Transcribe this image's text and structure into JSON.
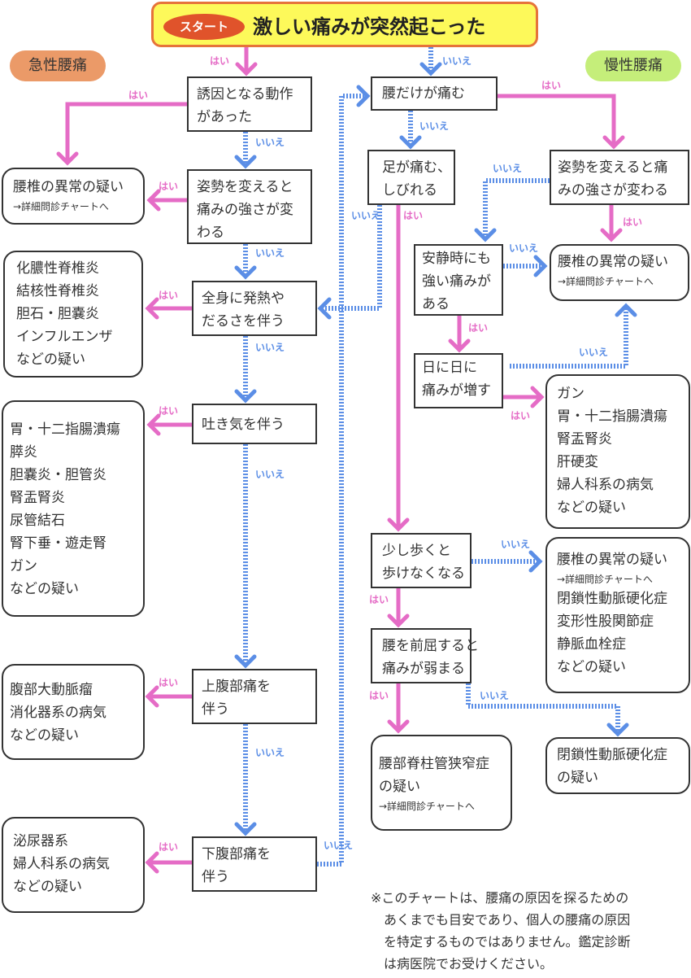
{
  "start": {
    "badge": "スタート",
    "title": "激しい痛みが突然起こった"
  },
  "categories": {
    "acute": "急性腰痛",
    "chronic": "慢性腰痛"
  },
  "colors": {
    "yes": "#e56cc6",
    "no": "#5b8ee6",
    "start_bg": "#fdf95a",
    "start_border": "#e6733a",
    "badge": "#e0532b",
    "acute_bg": "#eb9a68",
    "chronic_bg": "#c5ee7a"
  },
  "labels": {
    "yes": "はい",
    "no": "いいえ"
  },
  "questions": {
    "q1": [
      "誘因となる動作",
      "があった"
    ],
    "q2": [
      "姿勢を変えると",
      "痛みの強さが変",
      "わる"
    ],
    "q3": [
      "全身に発熱や",
      "だるさを伴う"
    ],
    "q4": [
      "吐き気を伴う"
    ],
    "q5": [
      "上腹部痛を",
      "伴う"
    ],
    "q6": [
      "下腹部痛を",
      "伴う"
    ],
    "q7": [
      "腰だけが痛む"
    ],
    "q8": [
      "足が痛む、",
      "しびれる"
    ],
    "q9": [
      "姿勢を変えると痛",
      "みの強さが変わる"
    ],
    "q10": [
      "安静時にも",
      "強い痛みが",
      "ある"
    ],
    "q11": [
      "日に日に",
      "痛みが増す"
    ],
    "q12": [
      "少し歩くと",
      "歩けなくなる"
    ],
    "q13": [
      "腰を前屈すると",
      "痛みが弱まる"
    ]
  },
  "results": {
    "r1": {
      "lines": [
        "腰椎の異常の疑い"
      ],
      "sub": "→詳細問診チャートへ"
    },
    "r2": {
      "lines": [
        "化膿性脊椎炎",
        "結核性脊椎炎",
        "胆石・胆嚢炎",
        "インフルエンザ",
        "などの疑い"
      ]
    },
    "r3": {
      "lines": [
        "胃・十二指腸潰瘍",
        "膵炎",
        "胆嚢炎・胆管炎",
        "腎盂腎炎",
        "尿管結石",
        "腎下垂・遊走腎",
        "ガン",
        "などの疑い"
      ]
    },
    "r4": {
      "lines": [
        "腹部大動脈瘤",
        "消化器系の病気",
        "などの疑い"
      ]
    },
    "r5": {
      "lines": [
        "泌尿器系",
        "婦人科系の病気",
        "などの疑い"
      ]
    },
    "r6": {
      "lines": [
        "腰椎の異常の疑い"
      ],
      "sub": "→詳細問診チャートへ"
    },
    "r7": {
      "lines": [
        "ガン",
        "胃・十二指腸潰瘍",
        "腎盂腎炎",
        "肝硬変",
        "婦人科系の病気",
        "などの疑い"
      ]
    },
    "r8": {
      "lines": [
        "腰椎の異常の疑い"
      ],
      "sub": "→詳細問診チャートへ",
      "more": [
        "閉鎖性動脈硬化症",
        "変形性股関節症",
        "静脈血栓症",
        "などの疑い"
      ]
    },
    "r9": {
      "lines": [
        "腰部脊柱管狭窄症",
        "の疑い"
      ],
      "sub": "→詳細問診チャートへ"
    },
    "r10": {
      "lines": [
        "閉鎖性動脈硬化症",
        "の疑い"
      ]
    }
  },
  "note": [
    "※このチャートは、腰痛の原因を探るための",
    "　あくまでも目安であり、個人の腰痛の原因",
    "　を特定するものではありません。鑑定診断",
    "　は病医院でお受けください。"
  ]
}
